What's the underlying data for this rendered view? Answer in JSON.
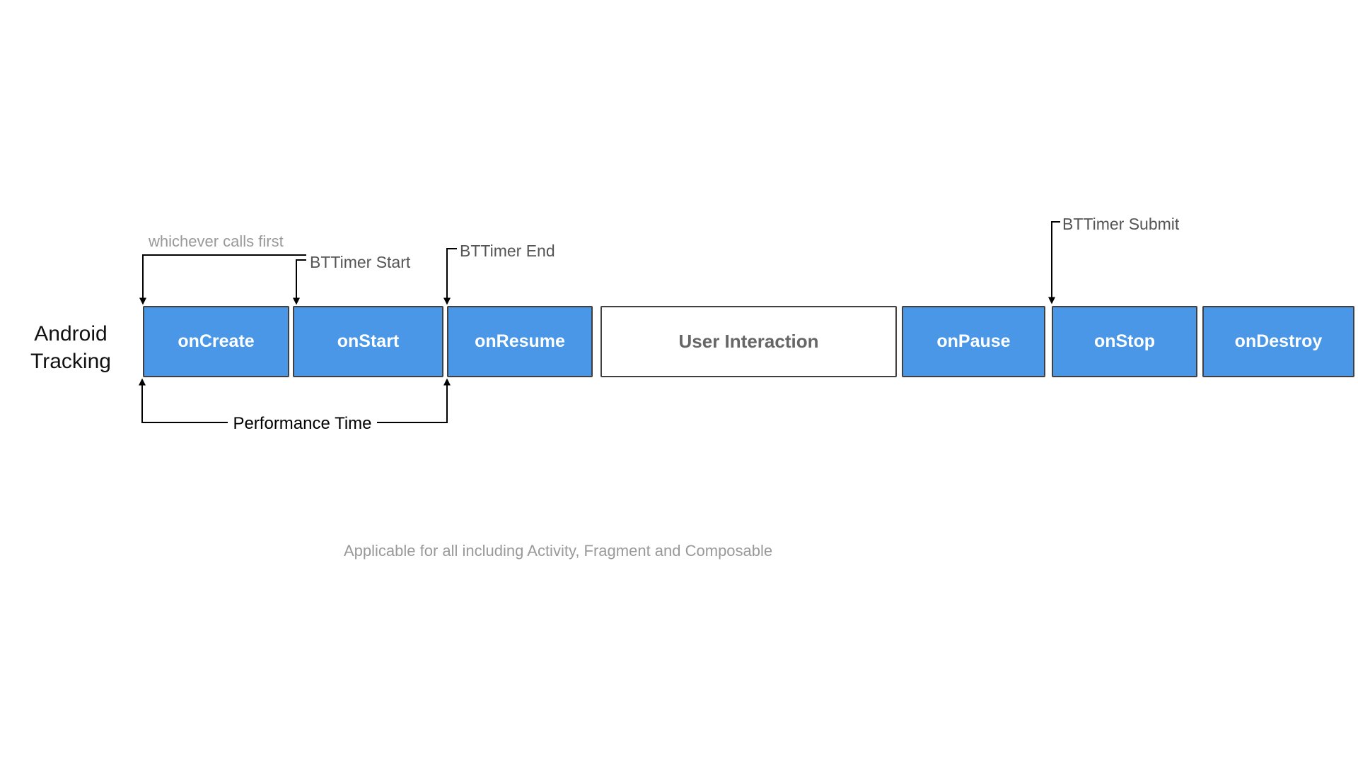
{
  "diagram": {
    "row_label": "Android\nTracking",
    "caption": "Applicable for all including Activity, Fragment and Composable",
    "annotations": {
      "whichever_calls_first": "whichever calls first",
      "bttimer_start": "BTTimer Start",
      "bttimer_end": "BTTimer End",
      "bttimer_submit": "BTTimer Submit",
      "performance_time": "Performance Time"
    },
    "stages": [
      {
        "label": "onCreate",
        "type": "lifecycle"
      },
      {
        "label": "onStart",
        "type": "lifecycle"
      },
      {
        "label": "onResume",
        "type": "lifecycle"
      },
      {
        "label": "User Interaction",
        "type": "user"
      },
      {
        "label": "onPause",
        "type": "lifecycle"
      },
      {
        "label": "onStop",
        "type": "lifecycle"
      },
      {
        "label": "onDestroy",
        "type": "lifecycle"
      }
    ],
    "colors": {
      "stage_fill": "#4a97e8",
      "stage_border": "#404040",
      "stage_text": "#ffffff",
      "user_fill": "#ffffff",
      "user_text": "#666666",
      "annotation_text": "#555555",
      "muted_text": "#999999",
      "line": "#000000"
    }
  }
}
